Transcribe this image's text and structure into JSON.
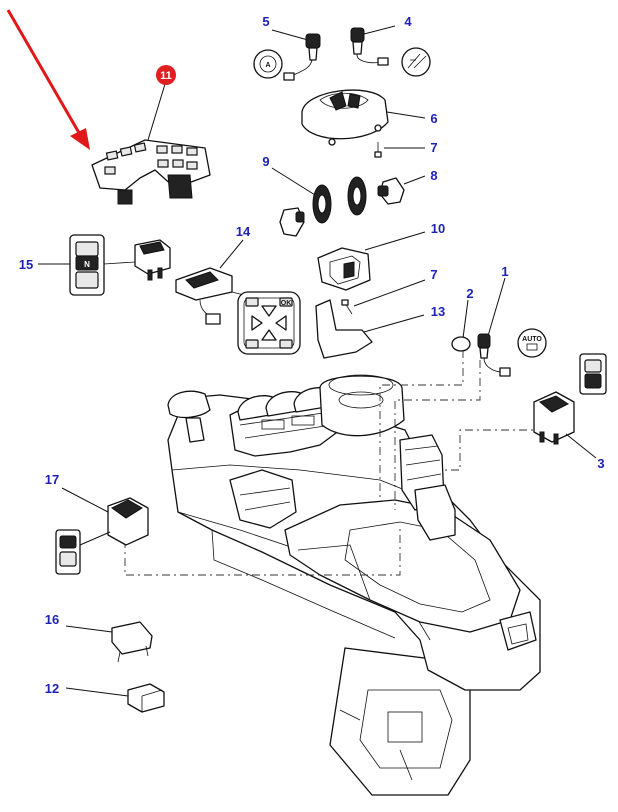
{
  "diagram": {
    "highlight": {
      "label": "11",
      "color": "#e02020"
    },
    "arrow_color": "#e01818",
    "callout_color": "#1f23b5",
    "callouts": {
      "c1": "1",
      "c2": "2",
      "c3": "3",
      "c4": "4",
      "c5": "5",
      "c6": "6",
      "c7a": "7",
      "c7b": "7",
      "c8": "8",
      "c9": "9",
      "c10": "10",
      "c12": "12",
      "c13": "13",
      "c14": "14",
      "c15": "15",
      "c16": "16",
      "c17": "17"
    },
    "icon_labels": {
      "auto": "AUTO",
      "n": "N",
      "ok": "OK"
    },
    "icon_names": [
      "auto-mode-icon",
      "a-mode-icon",
      "hitch-icon"
    ]
  }
}
